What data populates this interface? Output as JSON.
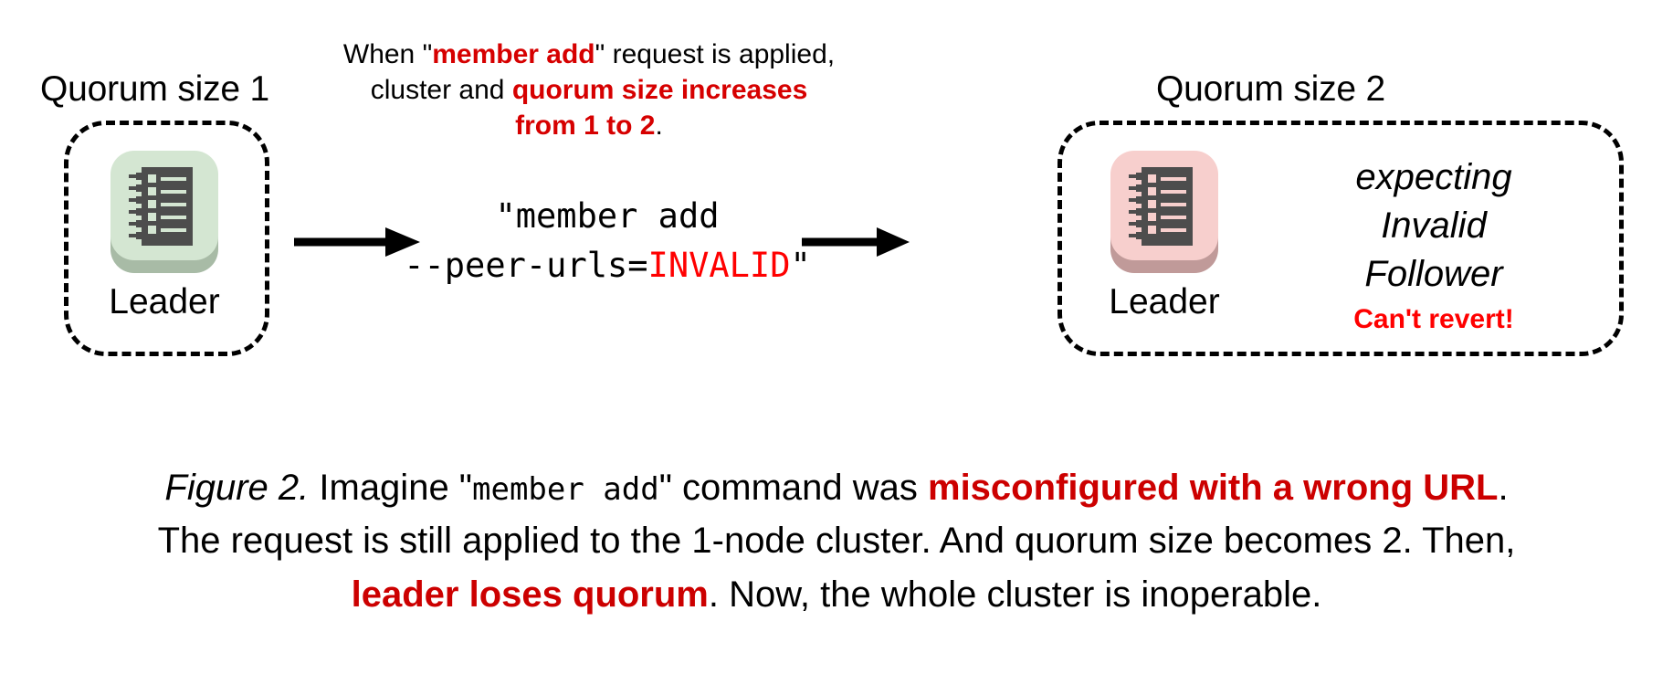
{
  "figure": {
    "left_cluster": {
      "title": "Quorum size 1",
      "node_label": "Leader",
      "node_color": "#d4e6d2",
      "node_shadow": "#a8bba6",
      "icon_name": "ledger-icon",
      "icon_color": "#4d4d4d"
    },
    "right_cluster": {
      "title": "Quorum size 2",
      "node_label": "Leader",
      "node_color": "#f7cfcd",
      "node_shadow": "#c09a99",
      "icon_name": "ledger-icon",
      "icon_color": "#4d4d4d",
      "expecting_line1": "expecting",
      "expecting_line2": "Invalid",
      "expecting_line3": "Follower",
      "warning": "Can't revert!"
    },
    "top_note": {
      "line1_a": "When \"",
      "line1_b": "member add",
      "line1_c": "\" request is applied,",
      "line2_a": "cluster and ",
      "line2_b": "quorum size increases",
      "line3_b": "from 1 to 2",
      "line3_c": "."
    },
    "command": {
      "line1": "\"member add",
      "line2_prefix": "--peer-urls=",
      "line2_invalid": "INVALID",
      "line2_suffix": "\""
    },
    "caption": {
      "label": "Figure 2.",
      "l1_a": " Imagine \"",
      "l1_code": "member add",
      "l1_b": "\" command was ",
      "l1_red": "misconfigured with a wrong URL",
      "l1_c": ".",
      "l2": "The request is still applied to the 1-node cluster. And quorum size becomes 2. Then,",
      "l3_red": "leader loses quorum",
      "l3_a": ". Now, the whole cluster is inoperable."
    },
    "colors": {
      "accent_red": "#cc0000",
      "bright_red": "#ff0000",
      "ink": "#000000",
      "background": "#ffffff"
    }
  }
}
